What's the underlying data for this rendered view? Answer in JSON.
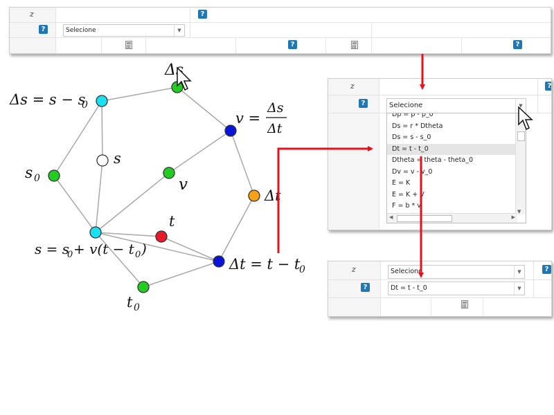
{
  "top_panel": {
    "z_label": "z",
    "help_glyph": "?",
    "select_value": "Selecione"
  },
  "graph": {
    "labels": {
      "delta_s": "Δs",
      "delta_s_eq": "Δs = s − s",
      "delta_s_eq_sub": "0",
      "v_eq": "v =",
      "v_num": "Δs",
      "v_den": "Δt",
      "s": "s",
      "s0": "s",
      "s0_sub": "0",
      "v": "v",
      "delta_t": "Δt",
      "t": "t",
      "s_eq": "s = s",
      "s_eq_sub": "0",
      "s_eq_rest": "+ v(t − t",
      "s_eq_sub2": "0",
      "s_eq_close": ")",
      "delta_t_eq": "Δt = t − t",
      "delta_t_eq_sub": "0",
      "t0": "t",
      "t0_sub": "0"
    },
    "node_colors": {
      "cyan": "#19e1f0",
      "green": "#22cc22",
      "blue": "#0a14d8",
      "orange": "#f5a016",
      "red": "#e8192a",
      "white": "#ffffff"
    }
  },
  "right_panel": {
    "z_label": "z",
    "help_glyph": "?",
    "select_value": "Selecione",
    "options": [
      "Dp = p - p_0",
      "Ds = r * Dtheta",
      "Ds = s - s_0",
      "Dt = t - t_0",
      "Dtheta = theta - theta_0",
      "Dv = v - v_0",
      "E = K",
      "E = K + V",
      "F = b * v"
    ],
    "highlighted_option": "Dt = t - t_0"
  },
  "bottom_panel": {
    "z_label": "z",
    "help_glyph": "?",
    "select_value": "Selecione",
    "selected_result": "Dt = t - t_0"
  },
  "colors": {
    "arrow": "#e8101a",
    "help": "#1f77b4"
  }
}
